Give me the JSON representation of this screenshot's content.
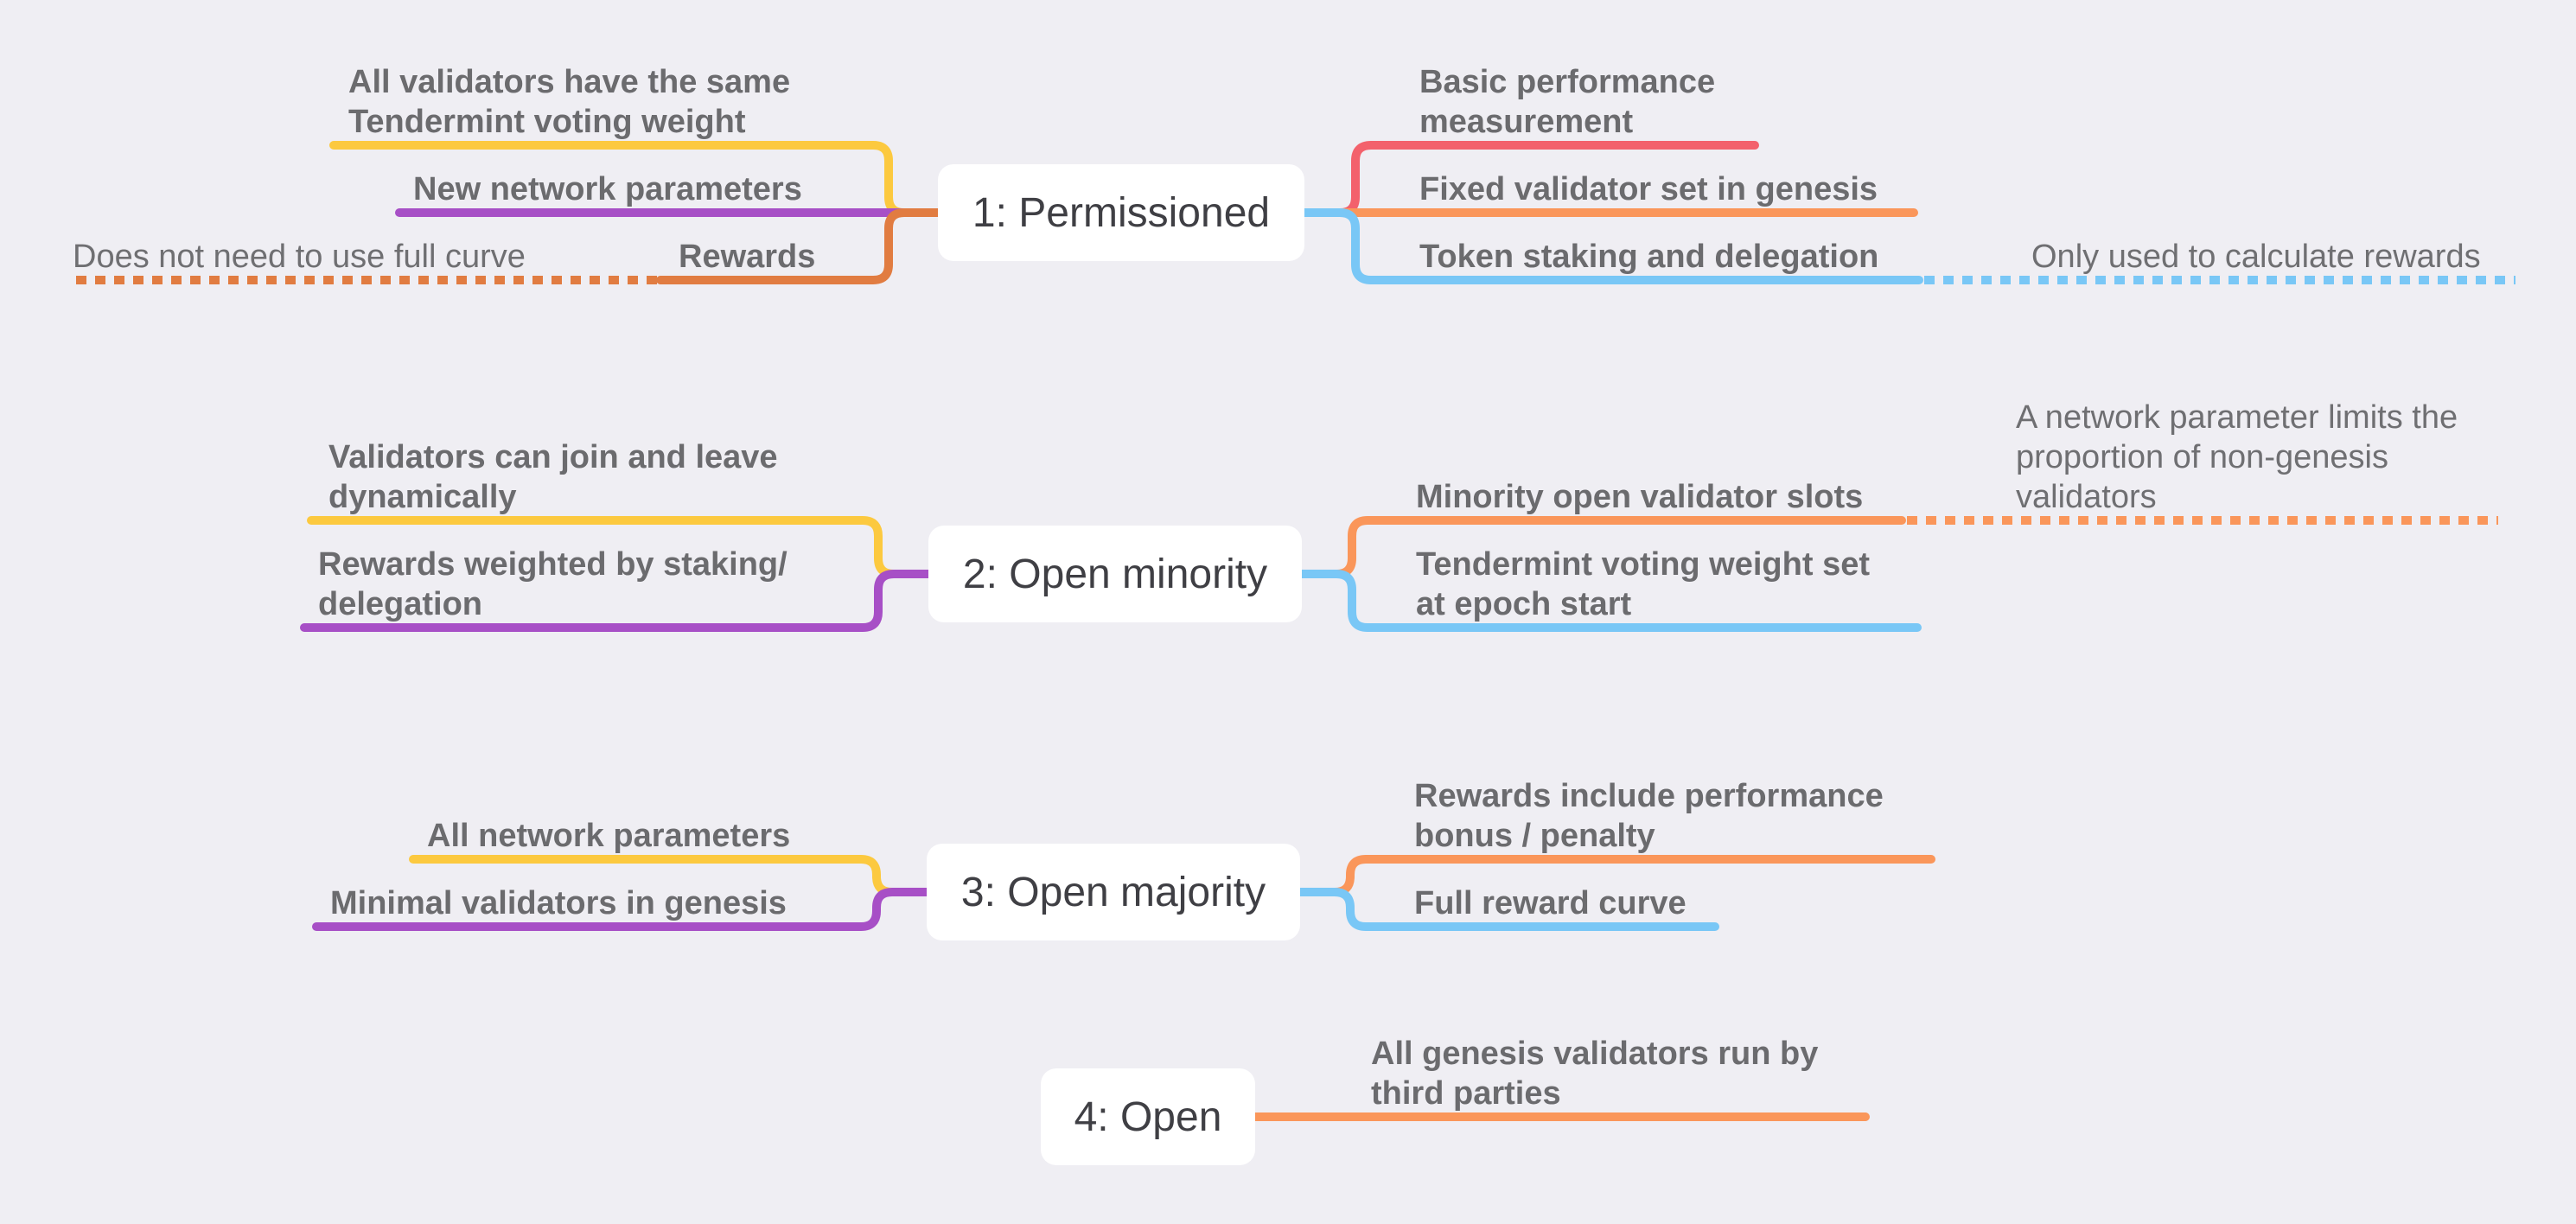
{
  "colors": {
    "background": "#efeef3",
    "yellow": "#fcc93f",
    "purple": "#a74fc6",
    "dark_orange": "#e17c41",
    "red": "#f3616c",
    "orange": "#fa965a",
    "blue": "#79c7f6"
  },
  "stages": [
    {
      "title": "1: Permissioned",
      "left": [
        {
          "lines": [
            "All validators have the same",
            "Tendermint voting weight"
          ],
          "color": "yellow"
        },
        {
          "lines": [
            "New network parameters"
          ],
          "color": "purple"
        },
        {
          "lines": [
            "Rewards"
          ],
          "color": "dark_orange",
          "note": "Does not need to use full curve"
        }
      ],
      "right": [
        {
          "lines": [
            "Basic performance",
            "measurement"
          ],
          "color": "red"
        },
        {
          "lines": [
            "Fixed validator set in genesis"
          ],
          "color": "orange"
        },
        {
          "lines": [
            "Token staking and delegation"
          ],
          "color": "blue",
          "note": "Only used to calculate rewards"
        }
      ]
    },
    {
      "title": "2: Open minority",
      "left": [
        {
          "lines": [
            "Validators can join and leave",
            "dynamically"
          ],
          "color": "yellow"
        },
        {
          "lines": [
            "Rewards weighted by staking/",
            "delegation"
          ],
          "color": "purple"
        }
      ],
      "right": [
        {
          "lines": [
            "Minority open validator slots"
          ],
          "color": "orange",
          "note": "A network parameter limits the\nproportion of non-genesis\nvalidators"
        },
        {
          "lines": [
            "Tendermint voting weight set",
            "at epoch start"
          ],
          "color": "blue"
        }
      ]
    },
    {
      "title": "3: Open majority",
      "left": [
        {
          "lines": [
            "All network parameters"
          ],
          "color": "yellow"
        },
        {
          "lines": [
            "Minimal validators in genesis"
          ],
          "color": "purple"
        }
      ],
      "right": [
        {
          "lines": [
            "Rewards include performance",
            "bonus / penalty"
          ],
          "color": "orange"
        },
        {
          "lines": [
            "Full reward curve"
          ],
          "color": "blue"
        }
      ]
    },
    {
      "title": "4: Open",
      "left": [],
      "right": [
        {
          "lines": [
            "All genesis validators run by",
            "third parties"
          ],
          "color": "orange"
        }
      ]
    }
  ]
}
